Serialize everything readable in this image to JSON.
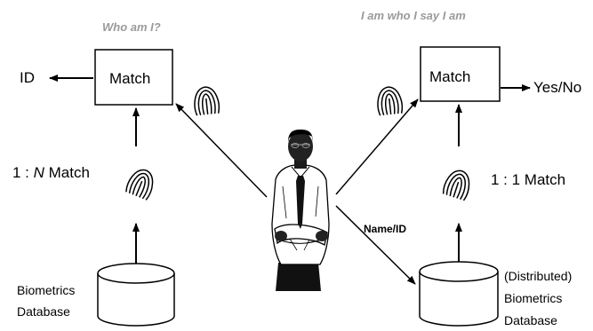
{
  "identification": {
    "question": "Who am I?",
    "match_label": "Match",
    "output_label": "ID",
    "match_type_prefix": "1 : ",
    "match_type_n": "N",
    "match_type_suffix": " Match",
    "database_line1": "Biometrics",
    "database_line2": "Database"
  },
  "verification": {
    "question": "I am who I say I am",
    "match_label": "Match",
    "output_label": "Yes/No",
    "match_type": "1 : 1 Match",
    "database_line1": "(Distributed)",
    "database_line2": "Biometrics",
    "database_line3": "Database",
    "claim_label": "Name/ID"
  },
  "icons": {
    "person": "person-icon",
    "fingerprint": "fingerprint-icon",
    "database": "database-icon"
  }
}
